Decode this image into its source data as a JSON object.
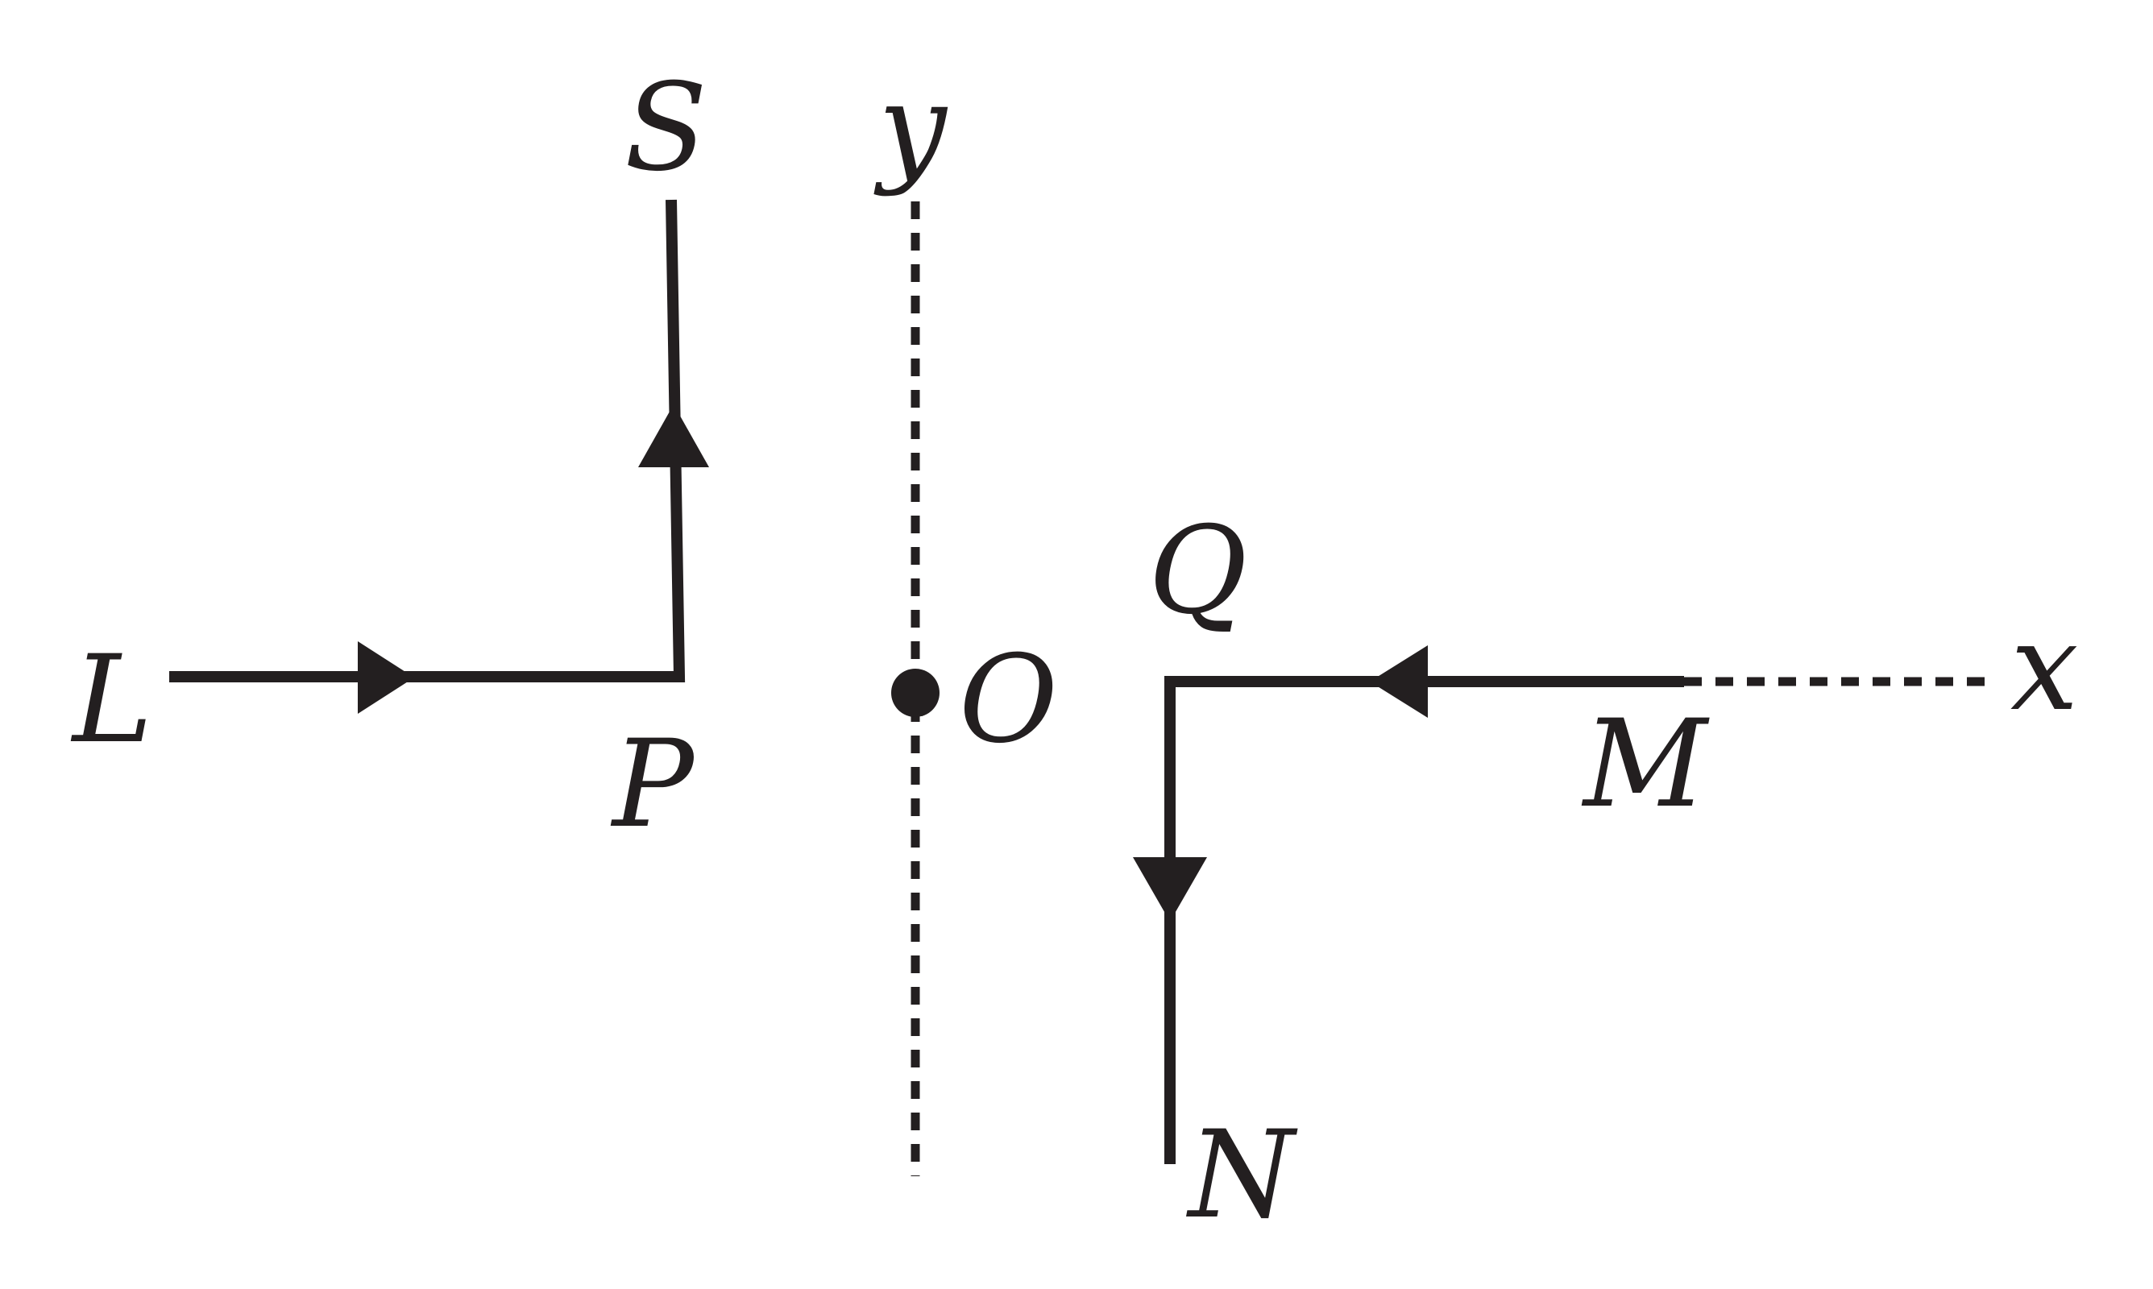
{
  "labels": {
    "S": "S",
    "y": "y",
    "Q": "Q",
    "L": "L",
    "O": "O",
    "x": "x",
    "P": "P",
    "M": "M",
    "N": "N"
  },
  "colors": {
    "ink": "#231f20",
    "background": "#ffffff"
  }
}
